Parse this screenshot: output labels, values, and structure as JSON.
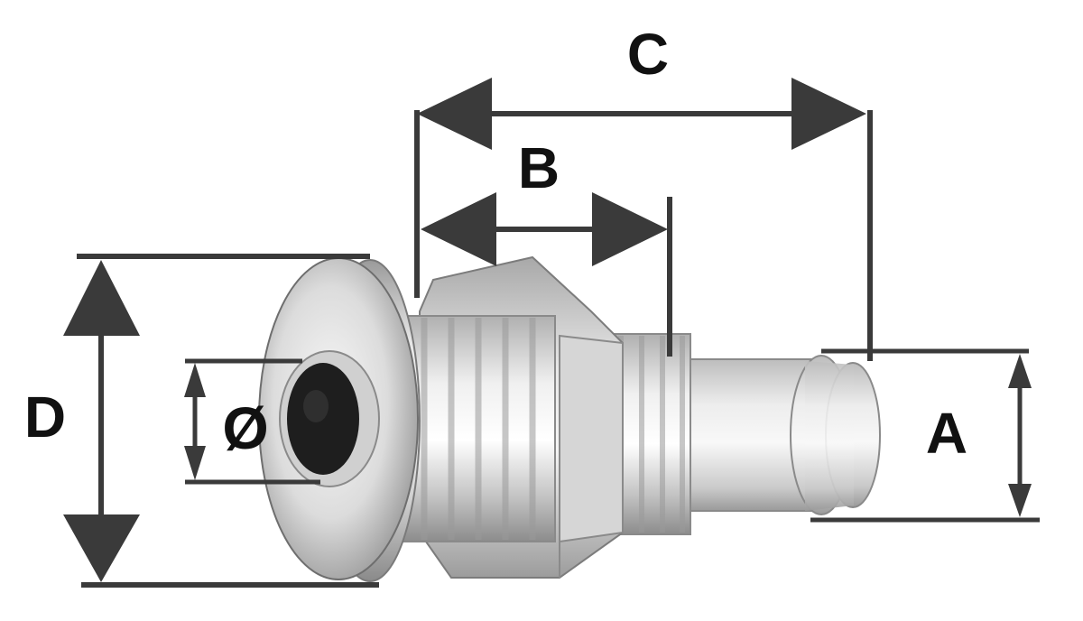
{
  "figure": {
    "labels": {
      "C": "C",
      "B": "B",
      "D": "D",
      "diameter": "Ø",
      "A": "A"
    }
  },
  "colors": {
    "dimension": "#3a3a3a",
    "label": "#111111",
    "metal_light": "#f2f2f2",
    "metal_mid": "#c8c8c8",
    "metal_dark": "#7a7a7a",
    "bore": "#1e1e1e"
  },
  "icons": {
    "part": "thru-hull-fitting-icon"
  }
}
